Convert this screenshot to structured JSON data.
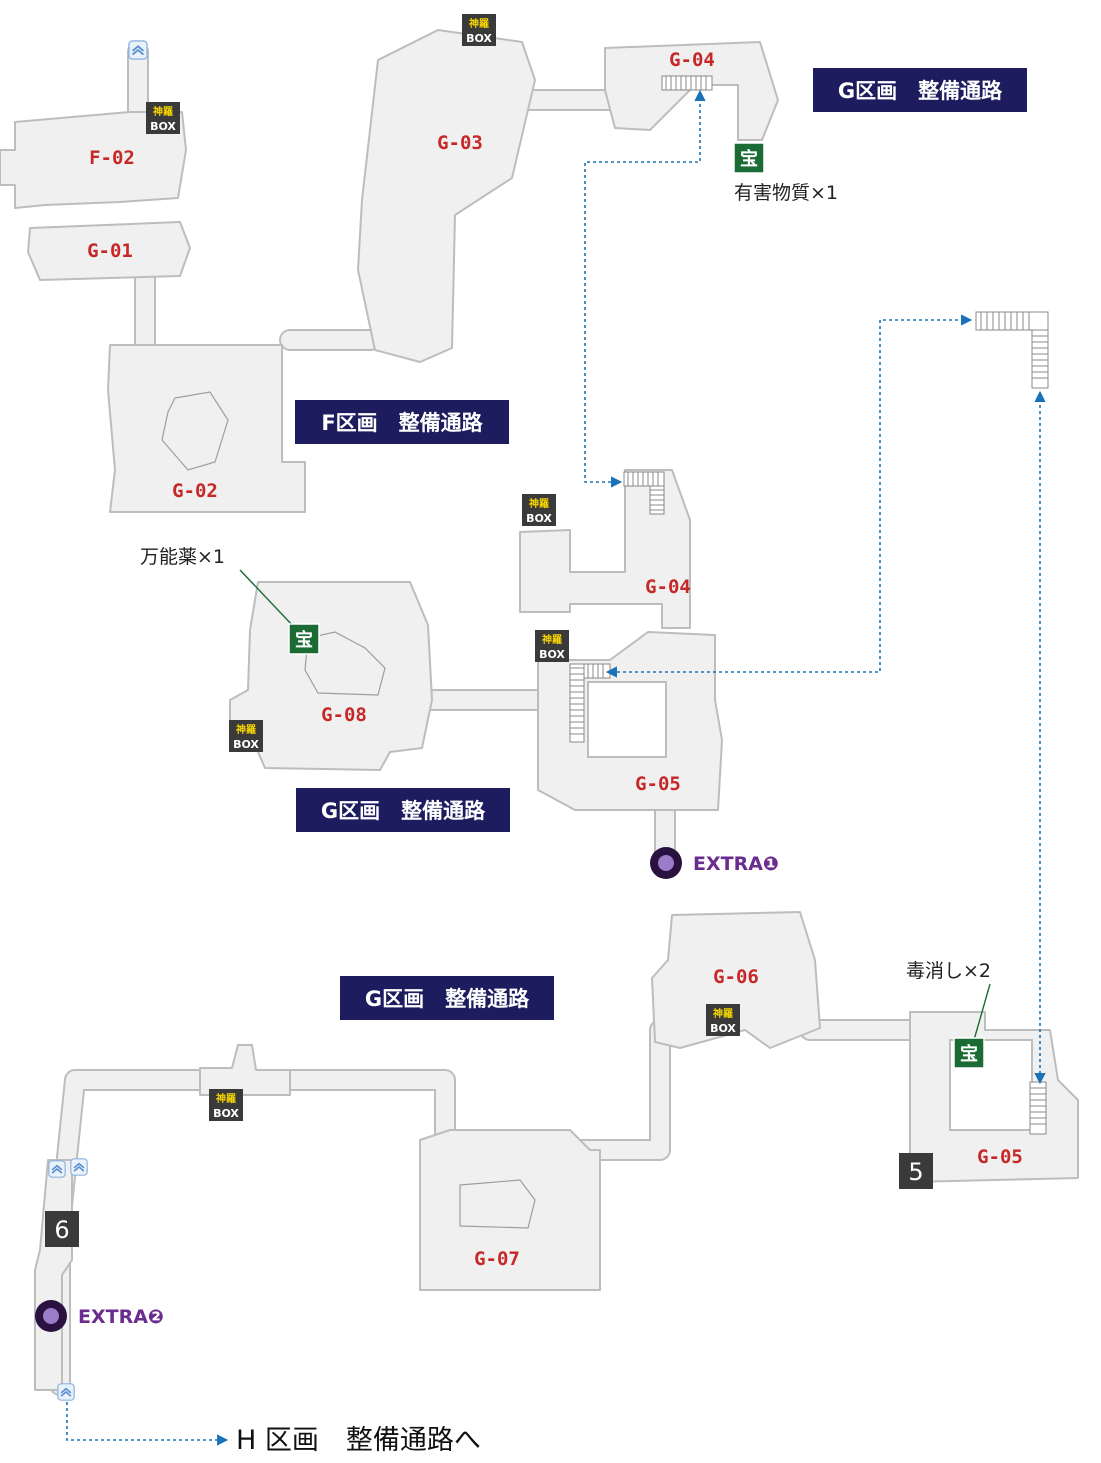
{
  "area_labels": {
    "g_top": "G区画　整備通路",
    "f_mid": "F区画　整備通路",
    "g_mid": "G区画　整備通路",
    "g_low": "G区画　整備通路"
  },
  "rooms": {
    "f02": "F-02",
    "g01": "G-01",
    "g02": "G-02",
    "g03": "G-03",
    "g04_top": "G-04",
    "g04_mid": "G-04",
    "g05_mid": "G-05",
    "g08": "G-08",
    "g06": "G-06",
    "g07": "G-07",
    "g05_low": "G-05"
  },
  "boxes": {
    "top": "神羅",
    "bottom": "BOX"
  },
  "treasure": {
    "glyph": "宝",
    "item_g04": "有害物質×1",
    "item_g08": "万能薬×1",
    "item_g05": "毒消し×2"
  },
  "markers": {
    "five": "5",
    "six": "6",
    "extra1": "EXTRA❶",
    "extra2": "EXTRA❷"
  },
  "exit_label": "H 区画　整備通路へ",
  "icons": {
    "box": "shinra-box-icon",
    "treasure": "treasure-icon",
    "exit": "exit-chevron-icon",
    "extra": "extra-circle-icon",
    "stairs": "stairs-icon"
  },
  "colors": {
    "room_label": "#c62828",
    "area_label_bg": "#1c1c5e",
    "treasure_bg": "#1b6b34",
    "route": "#1a73b8",
    "extra": "#6a2c8e"
  }
}
